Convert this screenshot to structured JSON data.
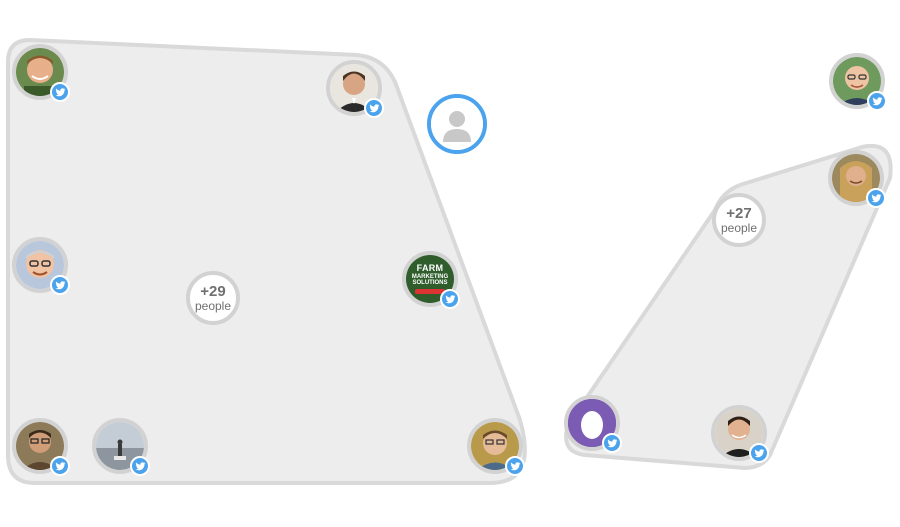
{
  "groups": [
    {
      "name": "left-cluster",
      "count": "+29",
      "count_label": "people",
      "members": [
        {
          "name": "member-1",
          "icon": "person-photo",
          "source": "twitter"
        },
        {
          "name": "member-2",
          "icon": "person-photo",
          "source": "twitter"
        },
        {
          "name": "member-3",
          "icon": "person-photo",
          "source": "twitter"
        },
        {
          "name": "member-4",
          "icon": "farm-marketing-logo",
          "logo_lines": [
            "FARM",
            "MARKETING",
            "SOLUTIONS"
          ],
          "source": "twitter"
        },
        {
          "name": "member-5",
          "icon": "person-photo",
          "source": "twitter"
        },
        {
          "name": "member-6",
          "icon": "landscape-photo",
          "source": "twitter"
        },
        {
          "name": "member-7",
          "icon": "person-photo",
          "source": "twitter"
        }
      ]
    },
    {
      "name": "right-cluster",
      "count": "+27",
      "count_label": "people",
      "members": [
        {
          "name": "member-1",
          "icon": "person-photo",
          "source": "twitter"
        },
        {
          "name": "member-2",
          "icon": "egg-avatar",
          "source": "twitter"
        },
        {
          "name": "member-3",
          "icon": "person-photo",
          "source": "twitter"
        }
      ]
    }
  ],
  "ungrouped": [
    {
      "name": "lone-member",
      "icon": "person-photo",
      "source": "twitter"
    },
    {
      "name": "selected-placeholder",
      "icon": "default-user-icon"
    }
  ],
  "colors": {
    "group_fill": "#ededed",
    "group_stroke": "#d9d9d9",
    "avatar_ring": "#d2d2d2",
    "twitter_blue": "#4aa3ec",
    "count_text": "#707070",
    "egg_purple": "#7b5bb3"
  }
}
